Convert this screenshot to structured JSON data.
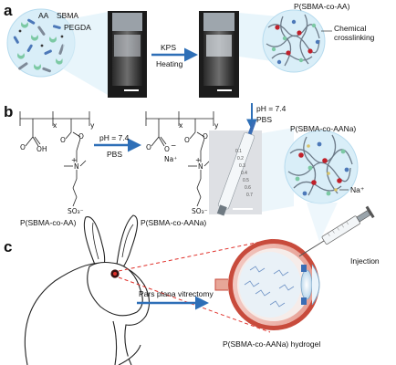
{
  "panels": {
    "a": "a",
    "b": "b",
    "c": "c"
  },
  "panel_a": {
    "legend_aa": "AA",
    "legend_sbma": "SBMA",
    "legend_pegda": "PEGDA",
    "arrow_top_label": "KPS",
    "arrow_bottom_label": "Heating",
    "product_label": "P(SBMA-co-AA)",
    "crosslink_label_line1": "Chemical",
    "crosslink_label_line2": "crosslinking"
  },
  "panel_b": {
    "ph_label": "pH = 7.4",
    "pbs_label": "PBS",
    "down_ph_label": "pH = 7.4",
    "down_pbs_label": "PBS",
    "left_name": "P(SBMA-co-AA)",
    "right_name": "P(SBMA-co-AANa)",
    "hydrogel_name": "P(SBMA-co-AANa)",
    "na_label": "Na⁺",
    "left_structure": {
      "subscript_x": "x",
      "subscript_y": "y",
      "acid_oh": "OH",
      "acid_o": "O",
      "ester_o1": "O",
      "ester_o2": "O",
      "nitrogen": "N",
      "plus": "+",
      "sulfonate": "SO₃⁻"
    },
    "right_structure": {
      "subscript_x": "x",
      "subscript_y": "y",
      "carboxylate_o": "O",
      "carboxylate_minus": "−",
      "carbonyl_o": "O",
      "sodium": "Na⁺",
      "ester_o1": "O",
      "ester_o2": "O",
      "nitrogen": "N",
      "plus": "+",
      "sulfonate": "SO₃⁻"
    },
    "syringe_marks": [
      "0.1",
      "0.2",
      "0.3",
      "0.4",
      "0.5",
      "0.6",
      "0.7"
    ]
  },
  "panel_c": {
    "procedure_label": "Pars plana vitrectomy",
    "injection_label": "Injection",
    "hydrogel_label": "P(SBMA-co-AANa) hydrogel"
  },
  "colors": {
    "arrow_blue": "#2e6fb7",
    "circle_fill": "#d9eef8",
    "aa_green": "#7cc9a4",
    "sbma_blue": "#4c78b8",
    "pegda_gray": "#7e8a98",
    "eye_red": "#c84b3c",
    "dashed_red": "#e0302a",
    "crosslink_red": "#c0202a"
  }
}
